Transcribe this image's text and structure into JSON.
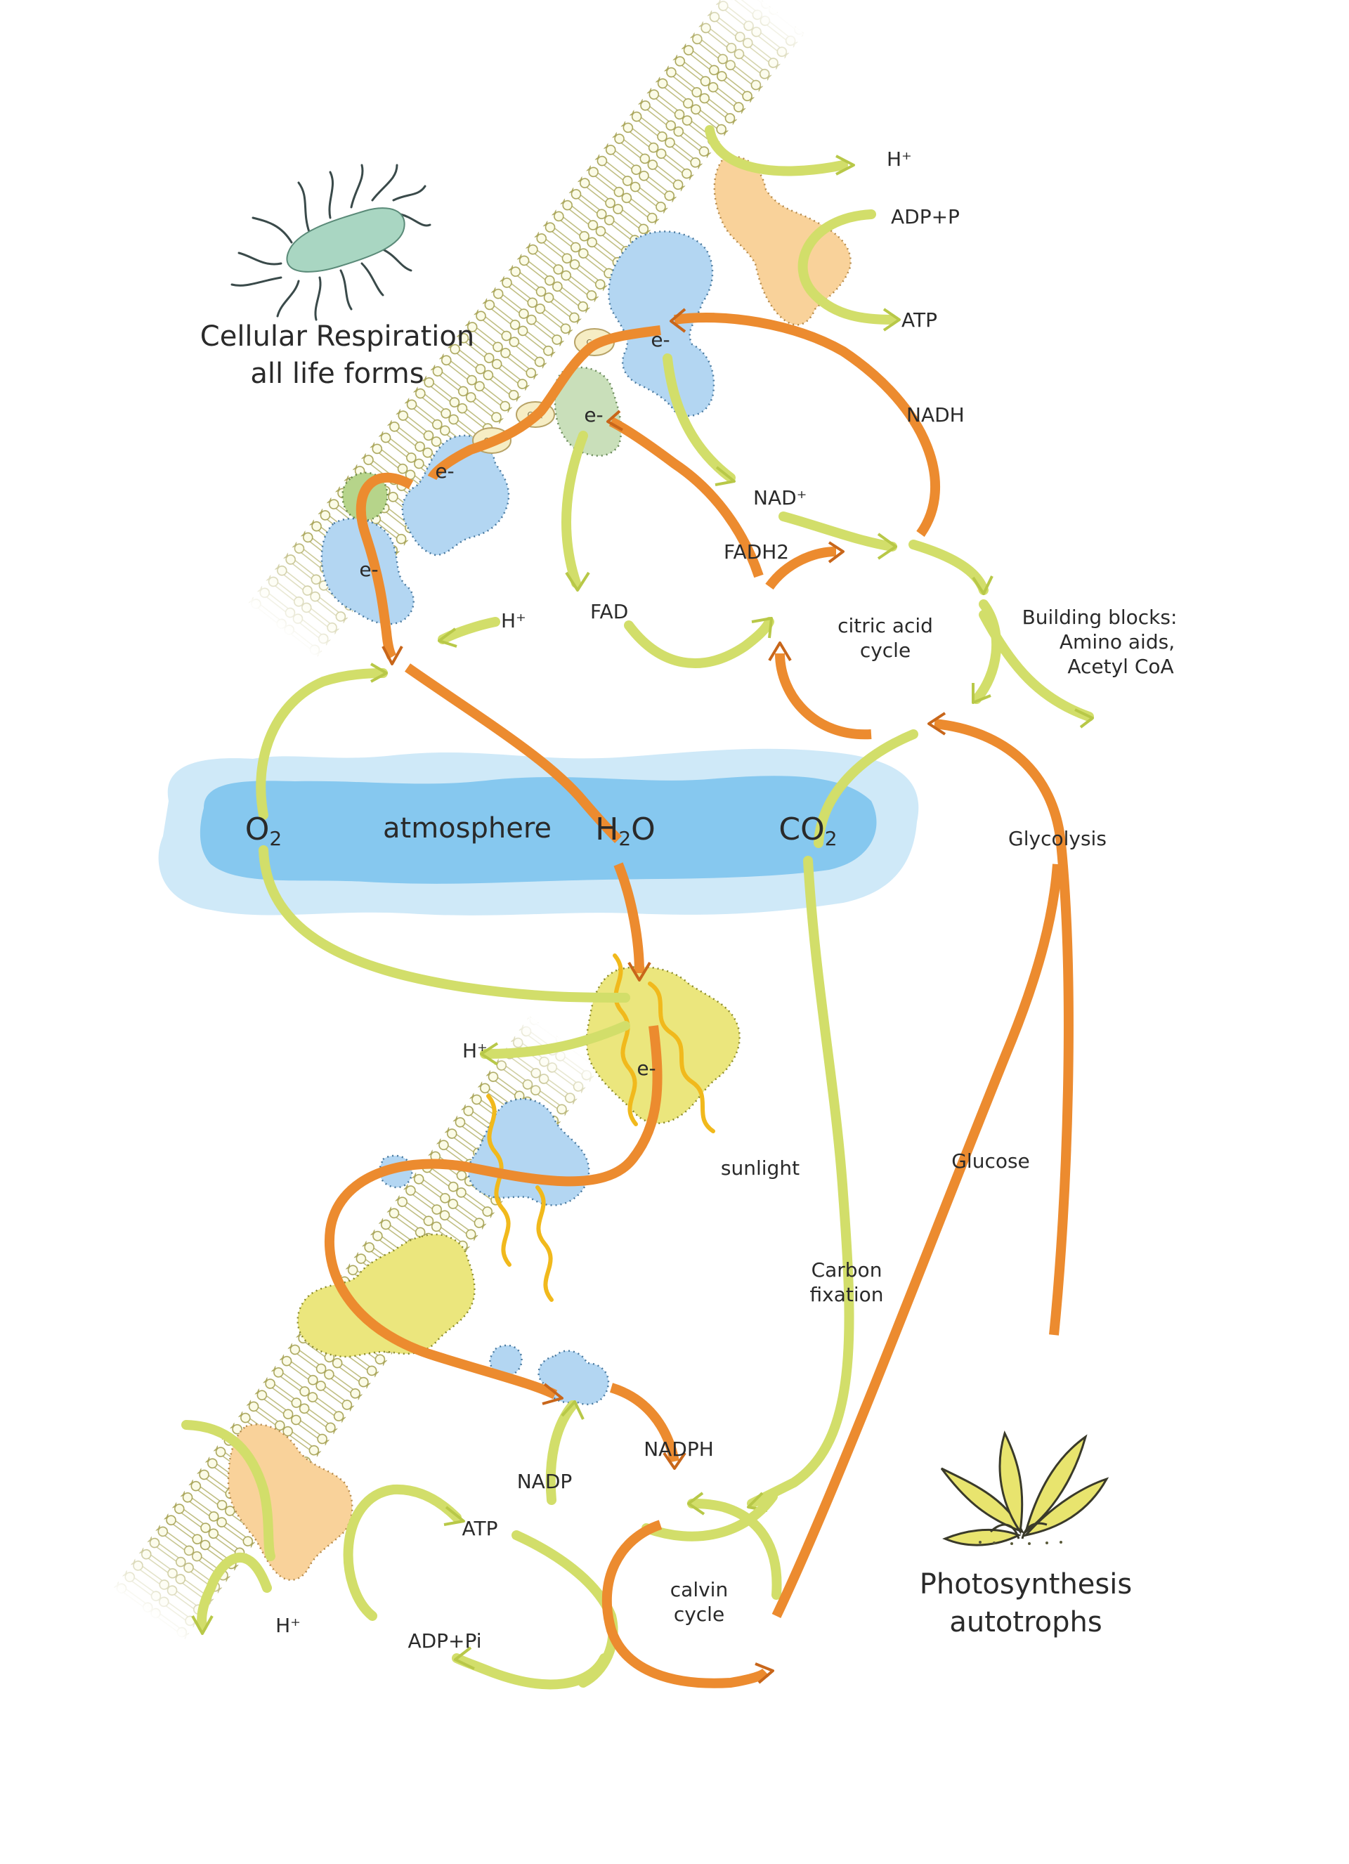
{
  "titles": {
    "respiration_line1": "Cellular Respiration",
    "respiration_line2": "all life forms",
    "photosynthesis_line1": "Photosynthesis",
    "photosynthesis_line2": "autotrophs"
  },
  "atmosphere": {
    "label": "atmosphere",
    "o2": {
      "base": "O",
      "sub": "2"
    },
    "h2o": {
      "pre": "H",
      "sub": "2",
      "post": "O"
    },
    "co2": {
      "base": "CO",
      "sub": "2"
    }
  },
  "respiration": {
    "h_plus_top": "H⁺",
    "adp_p": "ADP+P",
    "atp": "ATP",
    "nadh": "NADH",
    "nad_plus": "NAD⁺",
    "fadh2": "FADH2",
    "fad": "FAD",
    "h_plus_mid": "H⁺",
    "citric_line1": "citric acid",
    "citric_line2": "cycle",
    "building_line1": "Building blocks:",
    "building_line2": "Amino aids,",
    "building_line3": "Acetyl CoA",
    "glycolysis": "Glycolysis",
    "electron": "e-",
    "coq": "CoQ"
  },
  "photosynthesis": {
    "h_plus": "H⁺",
    "electron": "e-",
    "sunlight": "sunlight",
    "carbon_line1": "Carbon",
    "carbon_line2": "fixation",
    "glucose": "Glucose",
    "nadp": "NADP",
    "nadph": "NADPH",
    "atp": "ATP",
    "adp_pi": "ADP+Pi",
    "h_plus_bottom": "H⁺",
    "calvin_line1": "calvin",
    "calvin_line2": "cycle"
  },
  "colors": {
    "yellow_green_arrow": "#d2de6a",
    "orange_arrow": "#ec8b2f",
    "atmosphere_light": "#cfe9f8",
    "atmosphere_dark": "#86c8ef",
    "protein_blue": "#b3d6f2",
    "protein_yellow": "#ebe67d",
    "protein_orange": "#f9d29a",
    "bacterium": "#a9d6c2"
  },
  "icons": [
    "bacterium-icon",
    "plant-icon",
    "sunlight-wave-icon"
  ]
}
